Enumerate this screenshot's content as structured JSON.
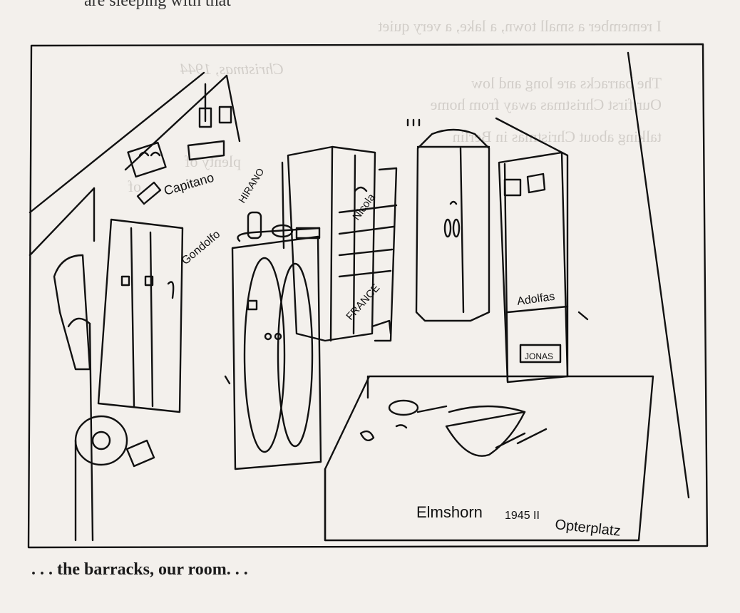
{
  "page": {
    "top_fragment": "are sleeping with that",
    "caption": ". . . the barracks, our room. . ."
  },
  "drawing": {
    "labels": {
      "capitano": "Capitano",
      "gondolfo": "Gondolfo",
      "hirano": "HIRANO",
      "nicola": "Nicola",
      "france": "FRANCE",
      "adolfas": "Adolfas",
      "jonas": "JONAS",
      "signature_place": "Elmshorn",
      "signature_date": "1945 II",
      "signature_name": "Opterplatz"
    }
  },
  "bleedthrough": {
    "lines": [
      "I remember a small town, a lake, a very quiet",
      "The barracks are long and low",
      "Christmas, 1944",
      "Our first Christmas away from home",
      "talking about Christmas in Berlin",
      "plenty of",
      "of"
    ]
  }
}
